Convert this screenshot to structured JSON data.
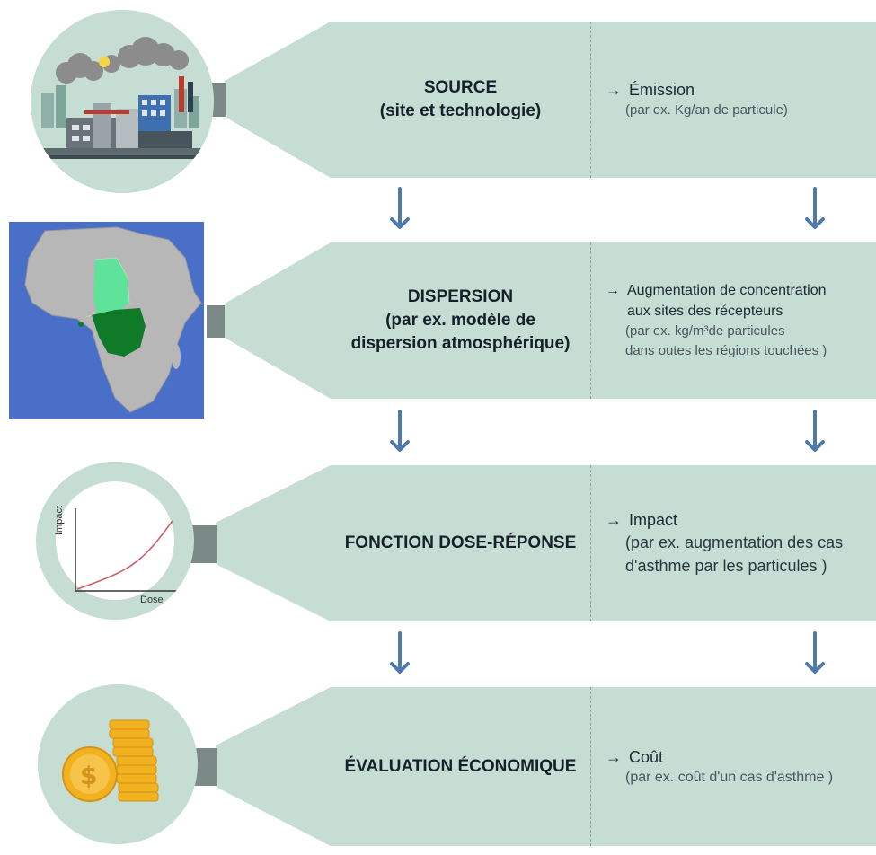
{
  "colors": {
    "panel": "#c5ddd3",
    "funnel": "#c5ddd3",
    "connector": "#7b8a86",
    "arrow": "#4e79ab",
    "map_ocean": "#4a6fc9",
    "map_land": "#b7b7b7",
    "map_light_green": "#5fe39a",
    "map_dark_green": "#0f7a27",
    "curve": "#c9616b",
    "coin": "#f2b21f"
  },
  "rows": [
    {
      "title_lines": [
        "SOURCE",
        "(site et technologie)"
      ],
      "right_head": "Émission",
      "right_sub_lines": [
        "(par ex. Kg/an de particule)"
      ],
      "icon": "factory-icon"
    },
    {
      "title_lines": [
        "DISPERSION",
        "(par ex. modèle de",
        "dispersion atmosphérique)"
      ],
      "right_head_lines": [
        "Augmentation de concentration",
        "aux sites des récepteurs"
      ],
      "right_sub_lines": [
        "(par ex. kg/m³de particules",
        "dans outes les régions touchées )"
      ],
      "icon": "africa-map-icon"
    },
    {
      "title_lines": [
        "FONCTION DOSE-RÉPONSE"
      ],
      "right_head": "Impact",
      "right_sub_lines": [
        "(par ex. augmentation des cas",
        "d'asthme par les particules )"
      ],
      "icon": "dose-response-graph-icon"
    },
    {
      "title_lines": [
        "ÉVALUATION ÉCONOMIQUE"
      ],
      "right_head": "Coût",
      "right_sub_lines": [
        "(par ex. coût  d'un cas d'asthme )"
      ],
      "icon": "coins-icon"
    }
  ],
  "arrow_symbol": "→",
  "graph": {
    "ylabel": "Impact",
    "xlabel": "Dose"
  },
  "coin_symbol": "$"
}
